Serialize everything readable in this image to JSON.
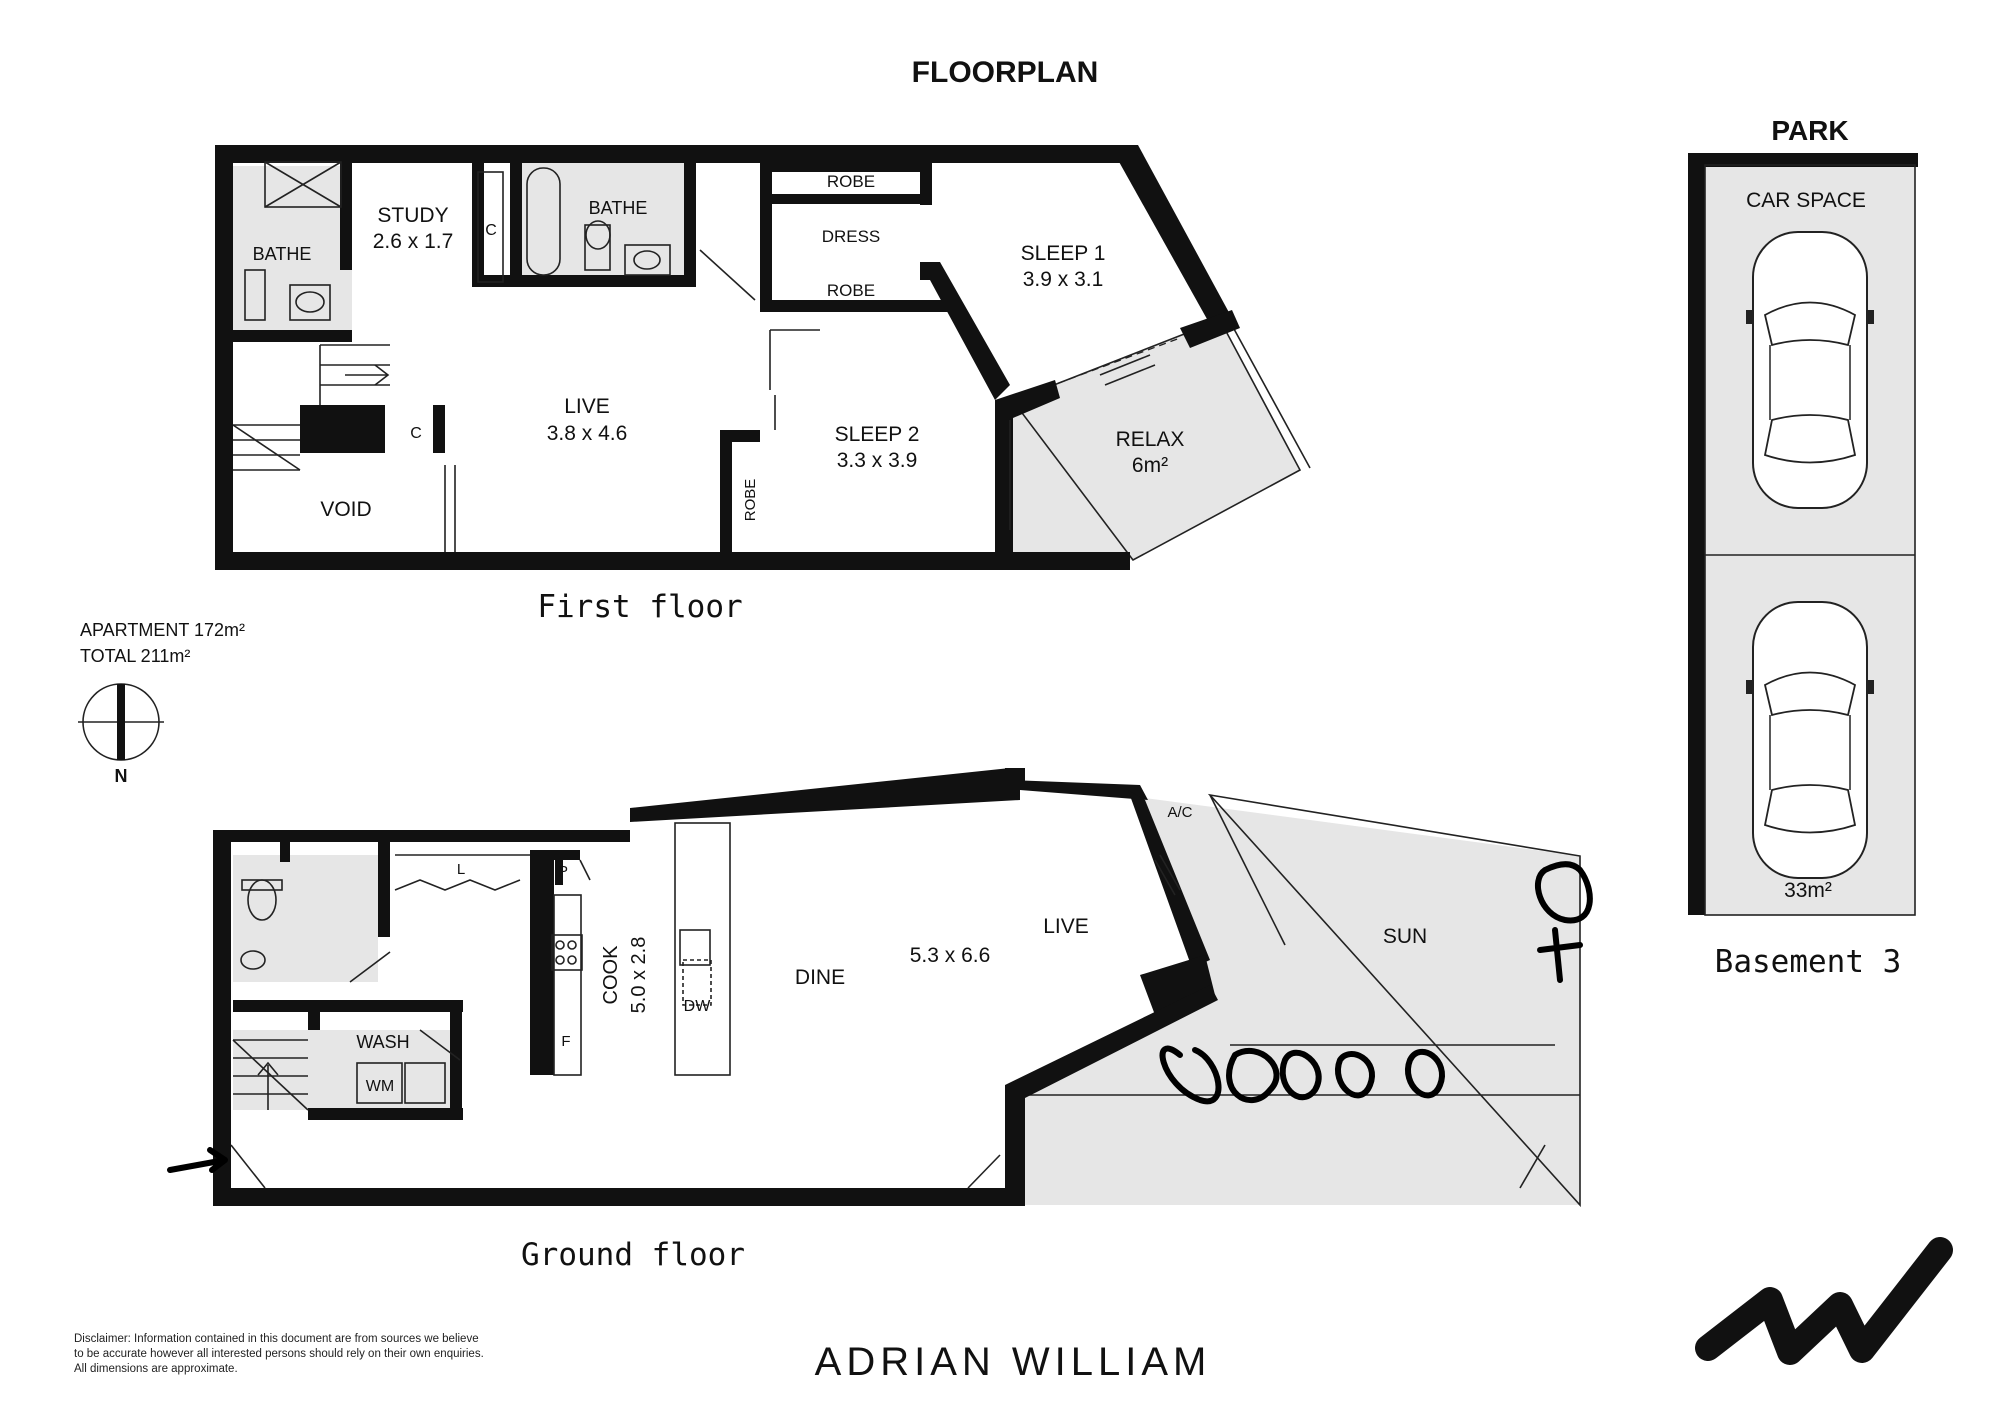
{
  "title": "FLOORPLAN",
  "brand": "ADRIAN WILLIAM",
  "area": {
    "apartment": "APARTMENT 172m²",
    "total": "TOTAL 211m²"
  },
  "compass_label": "N",
  "first_floor": {
    "caption": "First floor",
    "rooms": {
      "bathe_left": "BATHE",
      "study_name": "STUDY",
      "study_dims": "2.6 x 1.7",
      "cupboard_study": "C",
      "bathe_mid": "BATHE",
      "robe_top": "ROBE",
      "dress": "DRESS",
      "robe_bottom": "ROBE",
      "sleep1_name": "SLEEP 1",
      "sleep1_dims": "3.9 x 3.1",
      "live_name": "LIVE",
      "live_dims": "3.8 x 4.6",
      "cupboard_stair": "C",
      "sleep2_name": "SLEEP 2",
      "sleep2_dims": "3.3 x 3.9",
      "robe_side": "ROBE",
      "relax_name": "RELAX",
      "relax_dims": "6m²",
      "void": "VOID"
    }
  },
  "ground_floor": {
    "caption": "Ground floor",
    "rooms": {
      "linen": "L",
      "pantry": "P",
      "cook_name": "COOK",
      "cook_dims": "5.0 x 2.8",
      "dishwasher": "DW",
      "fridge": "F",
      "dine": "DINE",
      "live_dims": "5.3 x 6.6",
      "live_name": "LIVE",
      "aircon": "A/C",
      "sun": "SUN",
      "wash": "WASH",
      "washing_machine": "WM"
    }
  },
  "park": {
    "heading": "PARK",
    "car_space": "CAR SPACE",
    "area": "33m²",
    "caption": "Basement 3"
  },
  "disclaimer": [
    "Disclaimer: Information contained in this document are from sources we believe",
    "to be accurate however all interested persons should rely on their own enquiries.",
    "All dimensions are approximate."
  ],
  "icons": [
    "compass-icon",
    "car-icon",
    "brand-logo-icon",
    "entry-arrow-icon",
    "stair-arrow-icon"
  ]
}
